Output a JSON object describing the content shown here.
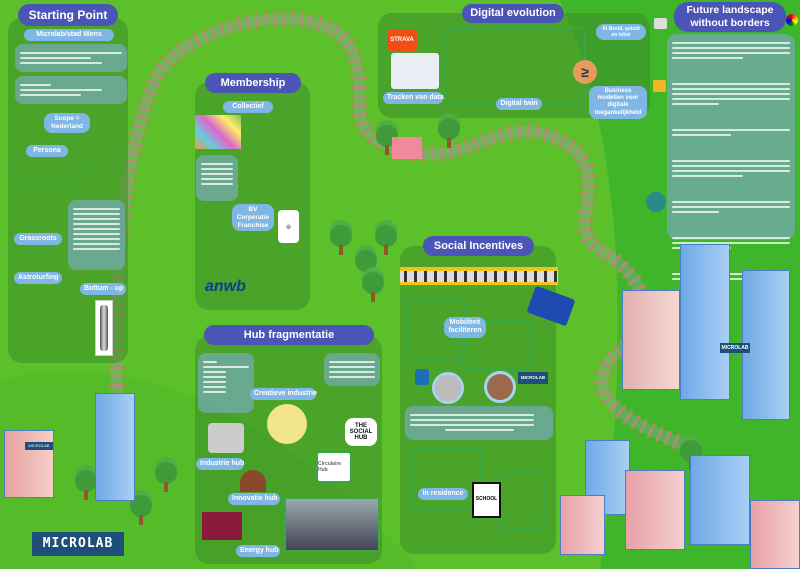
{
  "starting_point": {
    "title": "Starting Point",
    "sub": "Microlab/stad Wens",
    "scope": "Scope = Nederland",
    "persona": "Persona",
    "grassroots": "Grassroots",
    "astroturfing": "Astroturfing",
    "bottom_up": "Bottum - up"
  },
  "membership": {
    "title": "Membership",
    "collectief": "Collectief",
    "bv": "BV Corperatie Franchise",
    "anwb": "anwb"
  },
  "digital": {
    "title": "Digital evolution",
    "strava": "STRAVA",
    "tracken": "Tracken van data",
    "twin": "Digital twin",
    "ai": "AI Beeld, geluid en tekst",
    "business": "Business modellen voor digitale toegankelijkheid"
  },
  "social": {
    "title": "Social Incentives",
    "mobiliteit": "Mobiliteit faciliteren",
    "residence": "In residence",
    "school": "SCHOOL",
    "microlab": "MICROLAB"
  },
  "hub": {
    "title": "Hub fragmentatie",
    "creatief": "Creatieve industrie",
    "industrie": "Industrie hub",
    "innovatie": "Innovatie hub",
    "energy": "Energy hub",
    "social_hub": "THE SOCIAL HUB",
    "circulair": "Circulaire Hub"
  },
  "future": {
    "title": "Future landscape without borders"
  },
  "brand": {
    "logo": "MICROLAB",
    "building_sign": "MICROLAB"
  }
}
